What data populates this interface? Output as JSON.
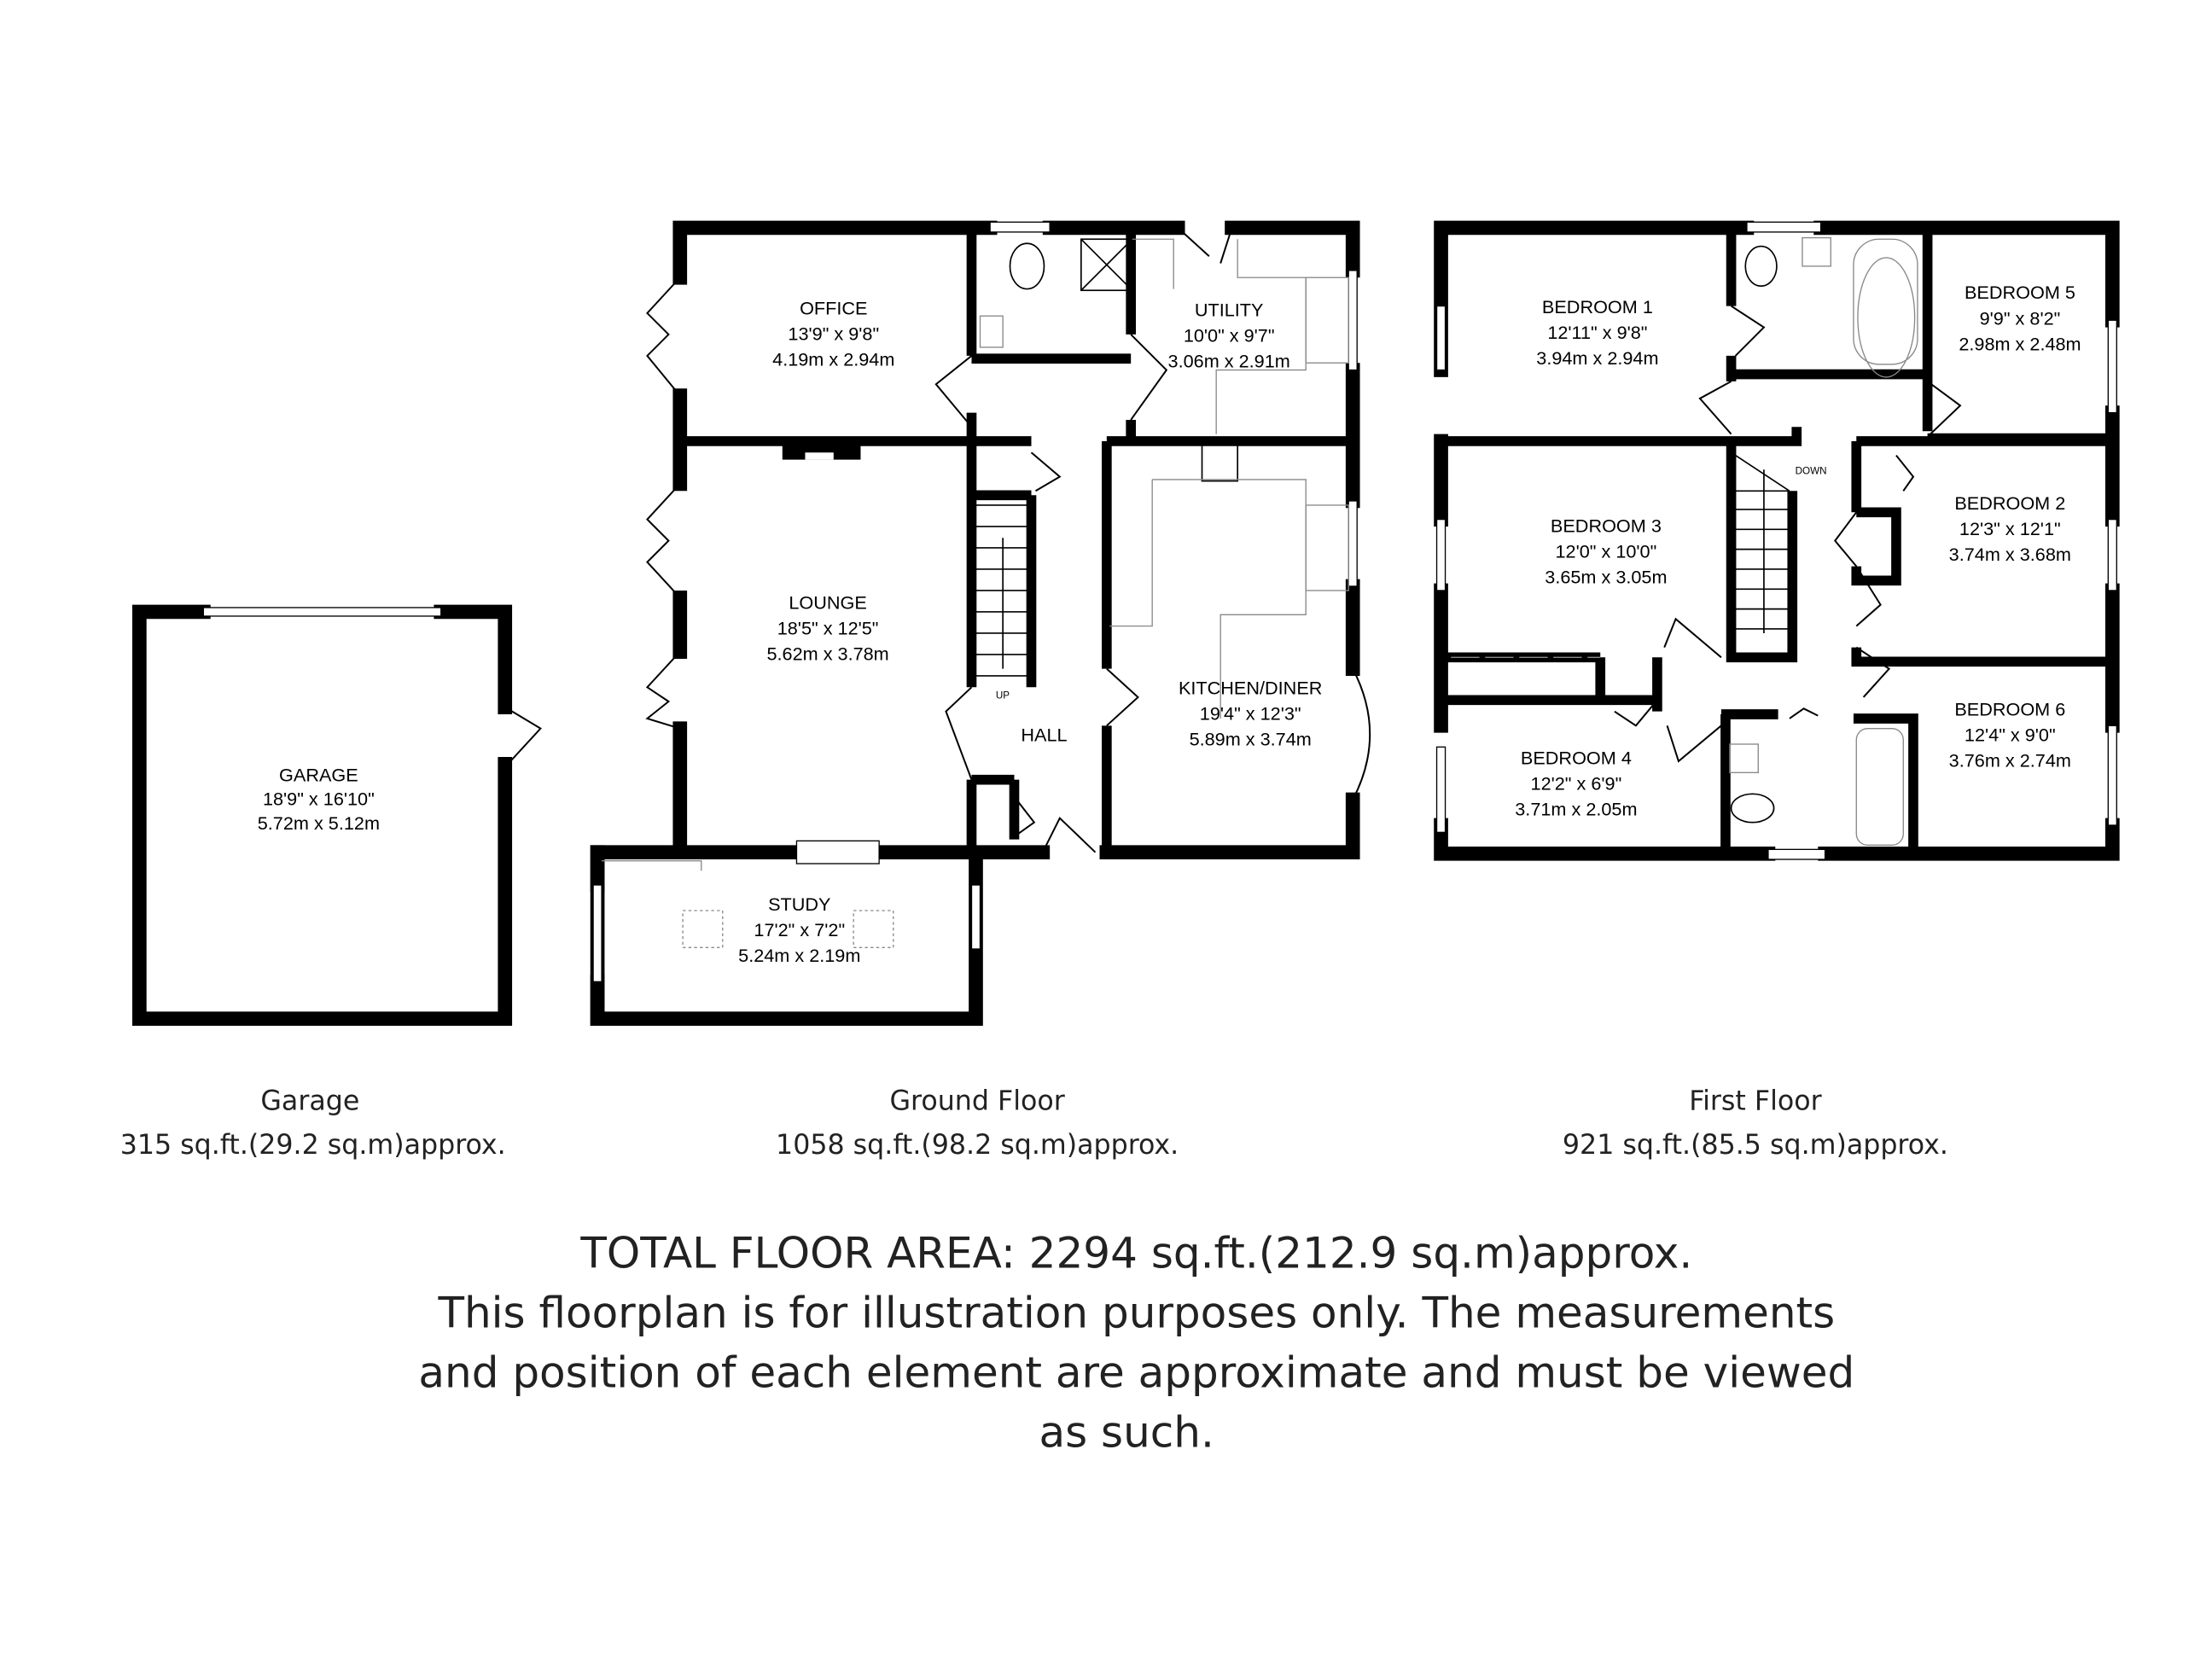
{
  "garage": {
    "name": "GARAGE",
    "imperial": "18'9\" x 16'10\"",
    "metric": "5.72m x 5.12m",
    "label": "Garage",
    "area": "315 sq.ft.(29.2 sq.m)approx."
  },
  "ground_floor": {
    "label": "Ground Floor",
    "area": "1058 sq.ft.(98.2 sq.m)approx.",
    "rooms": [
      {
        "name": "OFFICE",
        "imperial": "13'9\" x 9'8\"",
        "metric": "4.19m x 2.94m"
      },
      {
        "name": "UTILITY",
        "imperial": "10'0\" x 9'7\"",
        "metric": "3.06m x 2.91m"
      },
      {
        "name": "LOUNGE",
        "imperial": "18'5\" x 12'5\"",
        "metric": "5.62m x 3.78m"
      },
      {
        "name": "KITCHEN/DINER",
        "imperial": "19'4\" x 12'3\"",
        "metric": "5.89m x 3.74m"
      },
      {
        "name": "STUDY",
        "imperial": "17'2\" x 7'2\"",
        "metric": "5.24m x 2.19m"
      },
      {
        "name": "HALL"
      }
    ],
    "stairs_label": "UP"
  },
  "first_floor": {
    "label": "First Floor",
    "area": "921 sq.ft.(85.5 sq.m)approx.",
    "rooms": [
      {
        "name": "BEDROOM 1",
        "imperial": "12'11\" x 9'8\"",
        "metric": "3.94m x 2.94m"
      },
      {
        "name": "BEDROOM 5",
        "imperial": "9'9\" x 8'2\"",
        "metric": "2.98m x 2.48m"
      },
      {
        "name": "BEDROOM 3",
        "imperial": "12'0\" x 10'0\"",
        "metric": "3.65m x 3.05m"
      },
      {
        "name": "BEDROOM 2",
        "imperial": "12'3\" x 12'1\"",
        "metric": "3.74m x 3.68m"
      },
      {
        "name": "BEDROOM 4",
        "imperial": "12'2\" x 6'9\"",
        "metric": "3.71m x 2.05m"
      },
      {
        "name": "BEDROOM 6",
        "imperial": "12'4\" x 9'0\"",
        "metric": "3.76m x 2.74m"
      }
    ],
    "stairs_label": "DOWN"
  },
  "footer": {
    "total": "TOTAL FLOOR AREA: 2294 sq.ft.(212.9 sq.m)approx.",
    "disclaimer_lines": [
      "This floorplan is for illustration purposes only. The measurements",
      "and position of each element are approximate and must be viewed",
      "as such."
    ]
  }
}
